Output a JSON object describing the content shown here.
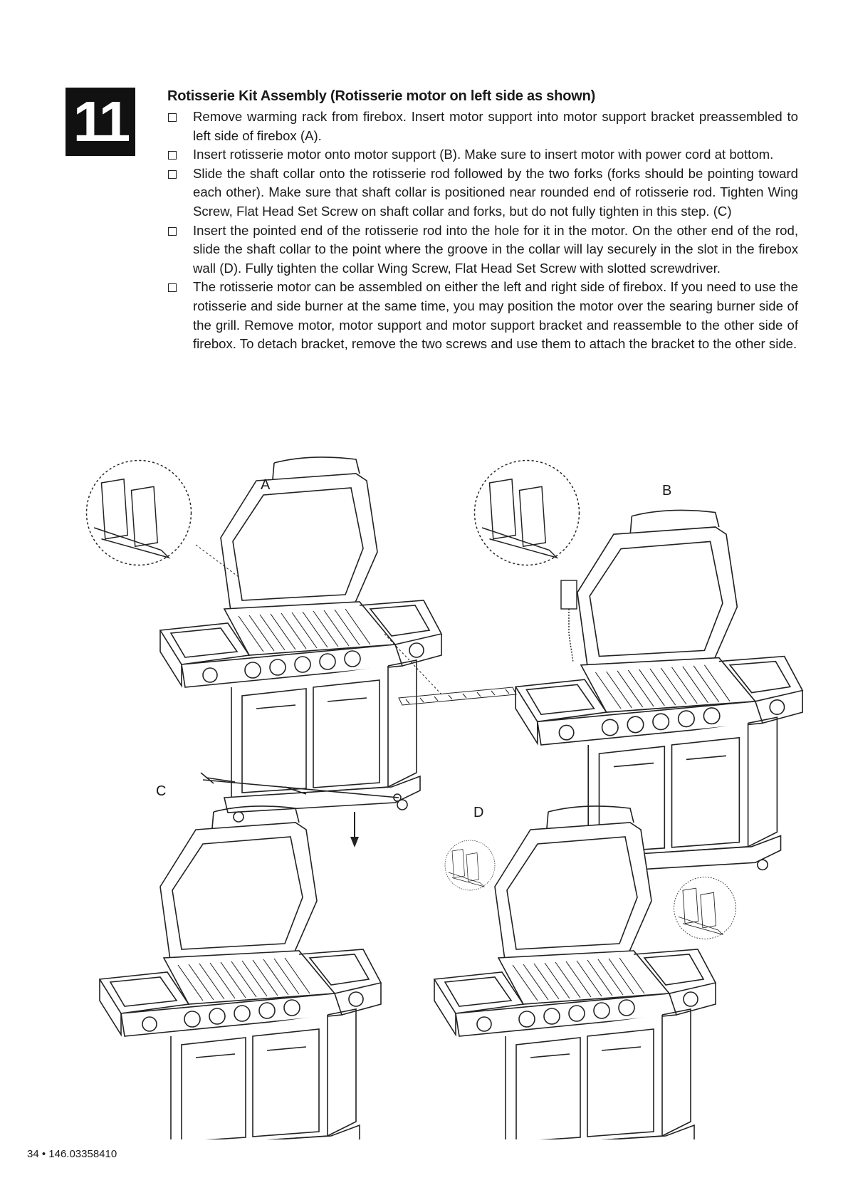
{
  "step_number": "11",
  "title": "Rotisserie Kit Assembly (Rotisserie motor on left side as shown)",
  "instructions": [
    "Remove warming rack from firebox. Insert motor support into motor support bracket preassembled to left side of firebox (A).",
    "Insert rotisserie motor onto motor support (B). Make sure to insert motor with power cord at bottom.",
    "Slide the shaft collar onto the rotisserie rod followed by the two forks (forks should be pointing toward each other). Make sure that shaft collar is positioned near rounded end of rotisserie rod. Tighten Wing Screw, Flat Head Set Screw on shaft collar and forks, but do not fully tighten in this step. (C)",
    "Insert the pointed end of the rotisserie rod into the hole for it in the motor. On the other end of the rod, slide the shaft collar to the point where the groove in the collar will lay securely in the slot in the firebox wall (D). Fully tighten the collar Wing Screw, Flat Head Set Screw with slotted screwdriver.",
    "The rotisserie motor can be assembled on either the left and right side of firebox. If you need to use the rotisserie and side burner at the same time, you may position the motor over the searing burner side of the grill. Remove motor, motor support and motor support bracket and reassemble to the other side of firebox. To detach bracket, remove the two screws and use them to attach the bracket to the other side."
  ],
  "figure_labels": {
    "a": "A",
    "b": "B",
    "c": "C",
    "d": "D"
  },
  "footer": "34 • 146.03358410"
}
